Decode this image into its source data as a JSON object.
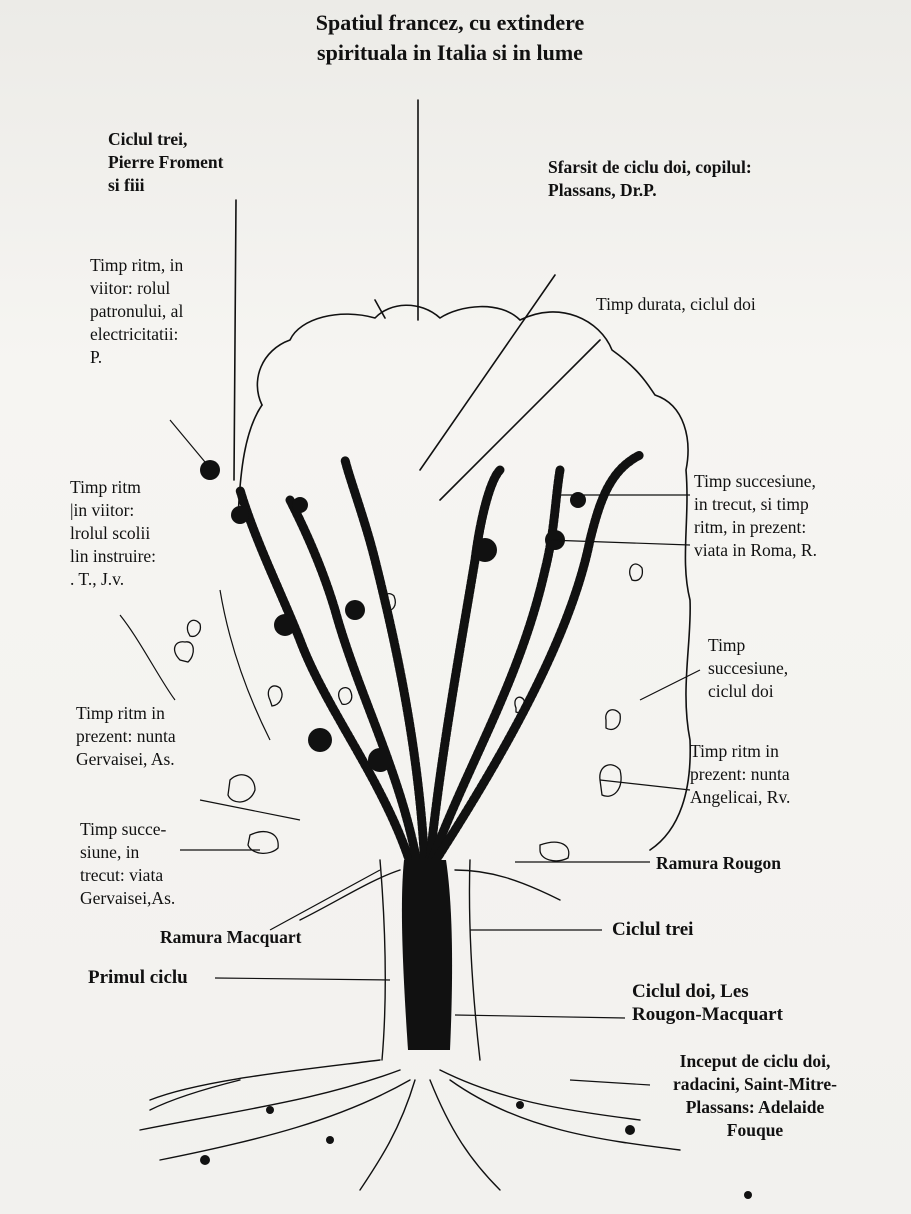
{
  "title": "Spatiul francez, cu extindere\nspirituala in Italia si in lume",
  "labels": {
    "ciclul_trei_top": "Ciclul trei,\nPierre Froment\nsi fiii",
    "sfarsit_ciclu_doi": "Sfarsit de ciclu doi, copilul:\nPlassans, Dr.P.",
    "timp_ritm_viitor_patron": "Timp ritm, in\nviitor: rolul\npatronului, al\nelectricitatii:\nP.",
    "timp_durata": "Timp durata, ciclul doi",
    "timp_ritm_scolii": "Timp ritm\n|in viitor:\nlrolul scolii\nlin instruire:\n.  T., J.v.",
    "timp_succesiune_roma": "Timp succesiune,\nin trecut, si timp\nritm, in prezent:\nviata in Roma, R.",
    "timp_succesiune_doi": "Timp\nsuccesiune,\nciclul doi",
    "timp_ritm_gervaise": "Timp ritm in\nprezent: nunta\nGervaisei, As.",
    "timp_ritm_angelica": "Timp ritm in\nprezent: nunta\nAngelicai, Rv.",
    "timp_succesiune_trecut": "Timp succe-\nsiune, in\ntrecut: viata\nGervaisei,As.",
    "ramura_rougon": "Ramura Rougon",
    "ramura_macquart": "Ramura Macquart",
    "ciclul_trei": "Ciclul trei",
    "primul_ciclu": "Primul ciclu",
    "ciclul_doi": "Ciclul doi, Les\nRougon-Macquart",
    "inceput_ciclu_doi": "Inceput de ciclu doi,\nradacini, Saint-Mitre-\nPlassans: Adelaide\nFouque"
  },
  "colors": {
    "ink": "#111111",
    "paper": "#f4f3f0"
  }
}
